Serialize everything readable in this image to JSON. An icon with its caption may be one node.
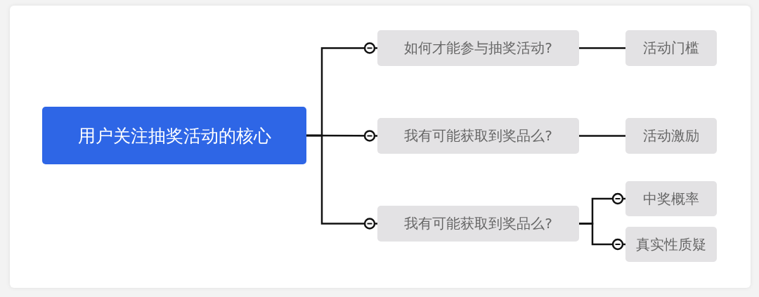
{
  "diagram": {
    "nodes": [
      {
        "text": [
          "用户关注抽奖活动的核心"
        ]
      },
      {
        "text": [
          "如何才能参与抽奖活动?"
        ]
      },
      {
        "text": [
          "我有可能获取到奖品么?"
        ]
      },
      {
        "text": [
          "我有可能获取到奖品么?"
        ]
      },
      {
        "text": [
          "活动门槛"
        ]
      },
      {
        "text": [
          "活动激励"
        ]
      },
      {
        "text": [
          "中奖概率"
        ]
      },
      {
        "text": [
          "真实性质疑"
        ]
      }
    ],
    "edges": [
      {
        "from": 0,
        "to": 1,
        "arrow": "other"
      },
      {
        "from": 0,
        "to": 2,
        "arrow": "other"
      },
      {
        "from": 0,
        "to": 3,
        "arrow": "other"
      },
      {
        "from": 1,
        "to": 4,
        "arrow": "none"
      },
      {
        "from": 2,
        "to": 5,
        "arrow": "none"
      },
      {
        "from": 3,
        "to": 6,
        "arrow": "other"
      },
      {
        "from": 3,
        "to": 7,
        "arrow": "other"
      }
    ]
  }
}
